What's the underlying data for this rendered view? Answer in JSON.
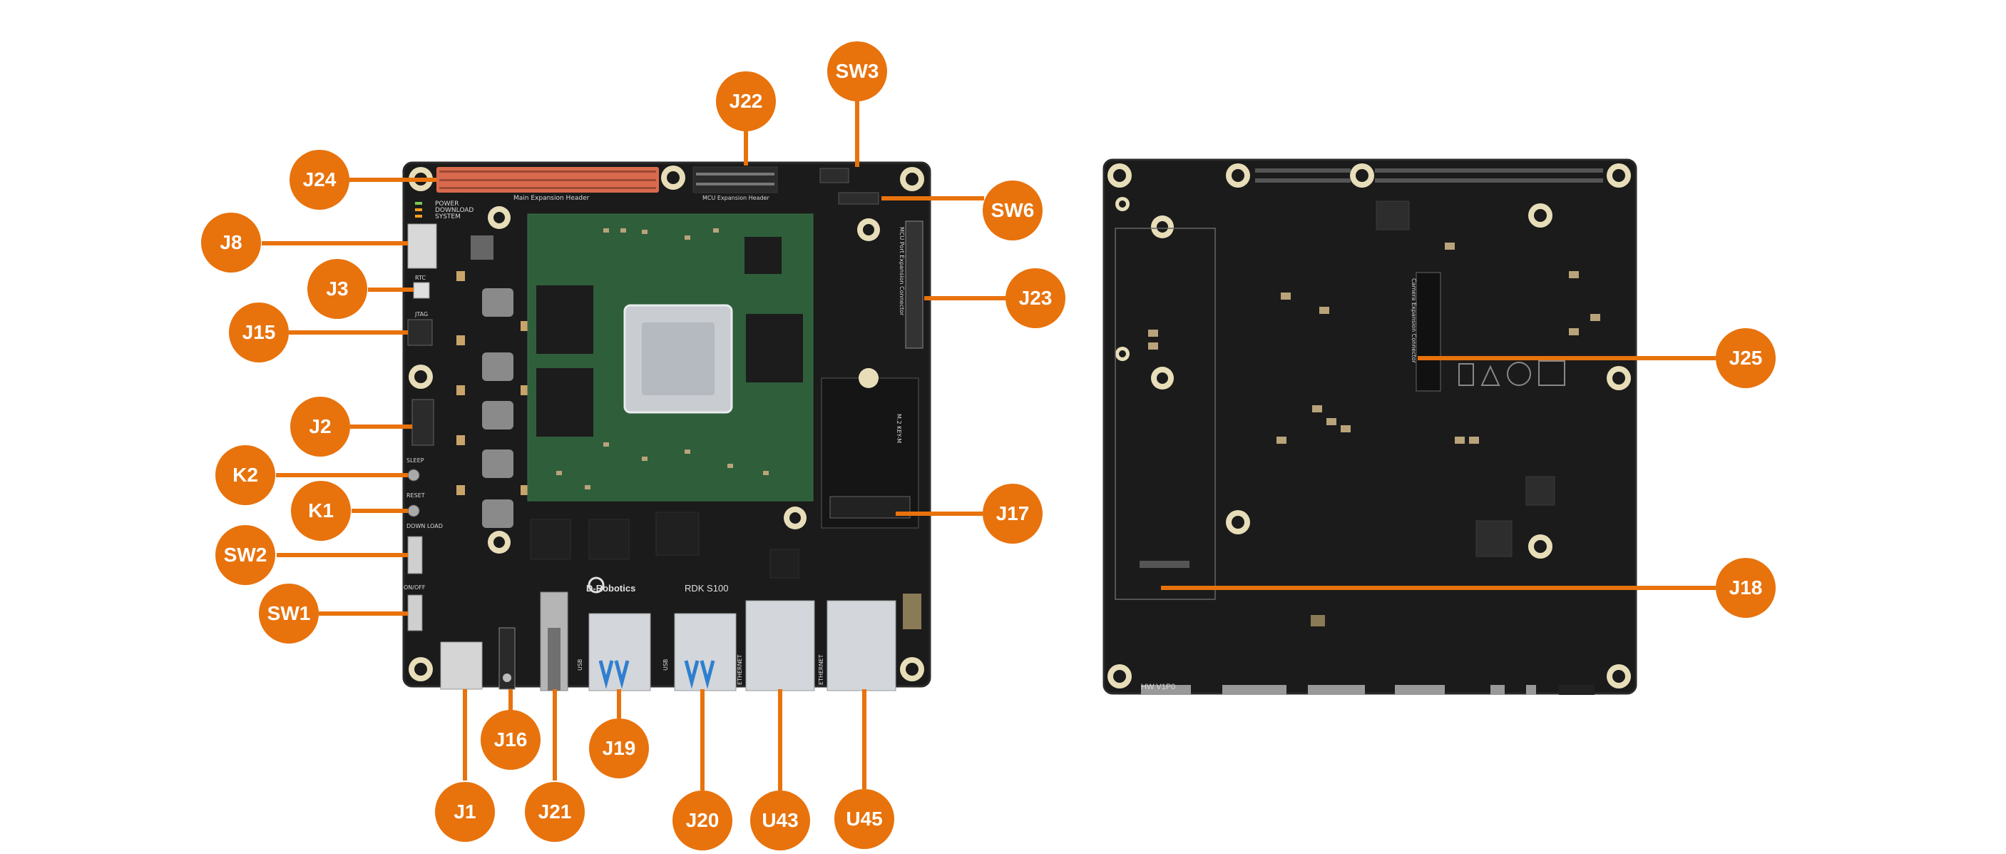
{
  "colors": {
    "callout": "#E8720C",
    "board": "#1b1b1b",
    "board_edge": "#2a2a2a",
    "header_pins": "#D96A4E",
    "module": "#2F5E3A",
    "soc": "#C9CDD2",
    "usb_blue": "#2E7FD0",
    "metal": "#C8C8C8",
    "mount_hole": "#E7DEB9"
  },
  "front_board": {
    "brand": "D-Robotics",
    "model": "RDK S100",
    "silkscreen": {
      "main_header": "Main Expansion Header",
      "mcu_header": "MCU Expansion Header",
      "leds": [
        "POWER",
        "DOWNLOAD",
        "SYSTEM"
      ],
      "rtc": "RTC",
      "jtag": "JTAG",
      "sleep": "SLEEP",
      "reset": "RESET",
      "download": "DOWN LOAD",
      "onoff": "ON/OFF",
      "m2": "M.2 KEY-M",
      "usb": "USB",
      "ethernet": "ETHERNET",
      "mcu_port": "MCU Port Expansion Connector"
    }
  },
  "back_board": {
    "label": "HW V1P0",
    "connector_label": "Camera Expansion Connector"
  },
  "callouts": {
    "J24": "J24",
    "J22": "J22",
    "SW3": "SW3",
    "SW6": "SW6",
    "J8": "J8",
    "J3": "J3",
    "J15": "J15",
    "J23": "J23",
    "J2": "J2",
    "K2": "K2",
    "K1": "K1",
    "SW2": "SW2",
    "J17": "J17",
    "SW1": "SW1",
    "J16": "J16",
    "J19": "J19",
    "J1": "J1",
    "J21": "J21",
    "J20": "J20",
    "U43": "U43",
    "U45": "U45",
    "J25": "J25",
    "J18": "J18"
  }
}
